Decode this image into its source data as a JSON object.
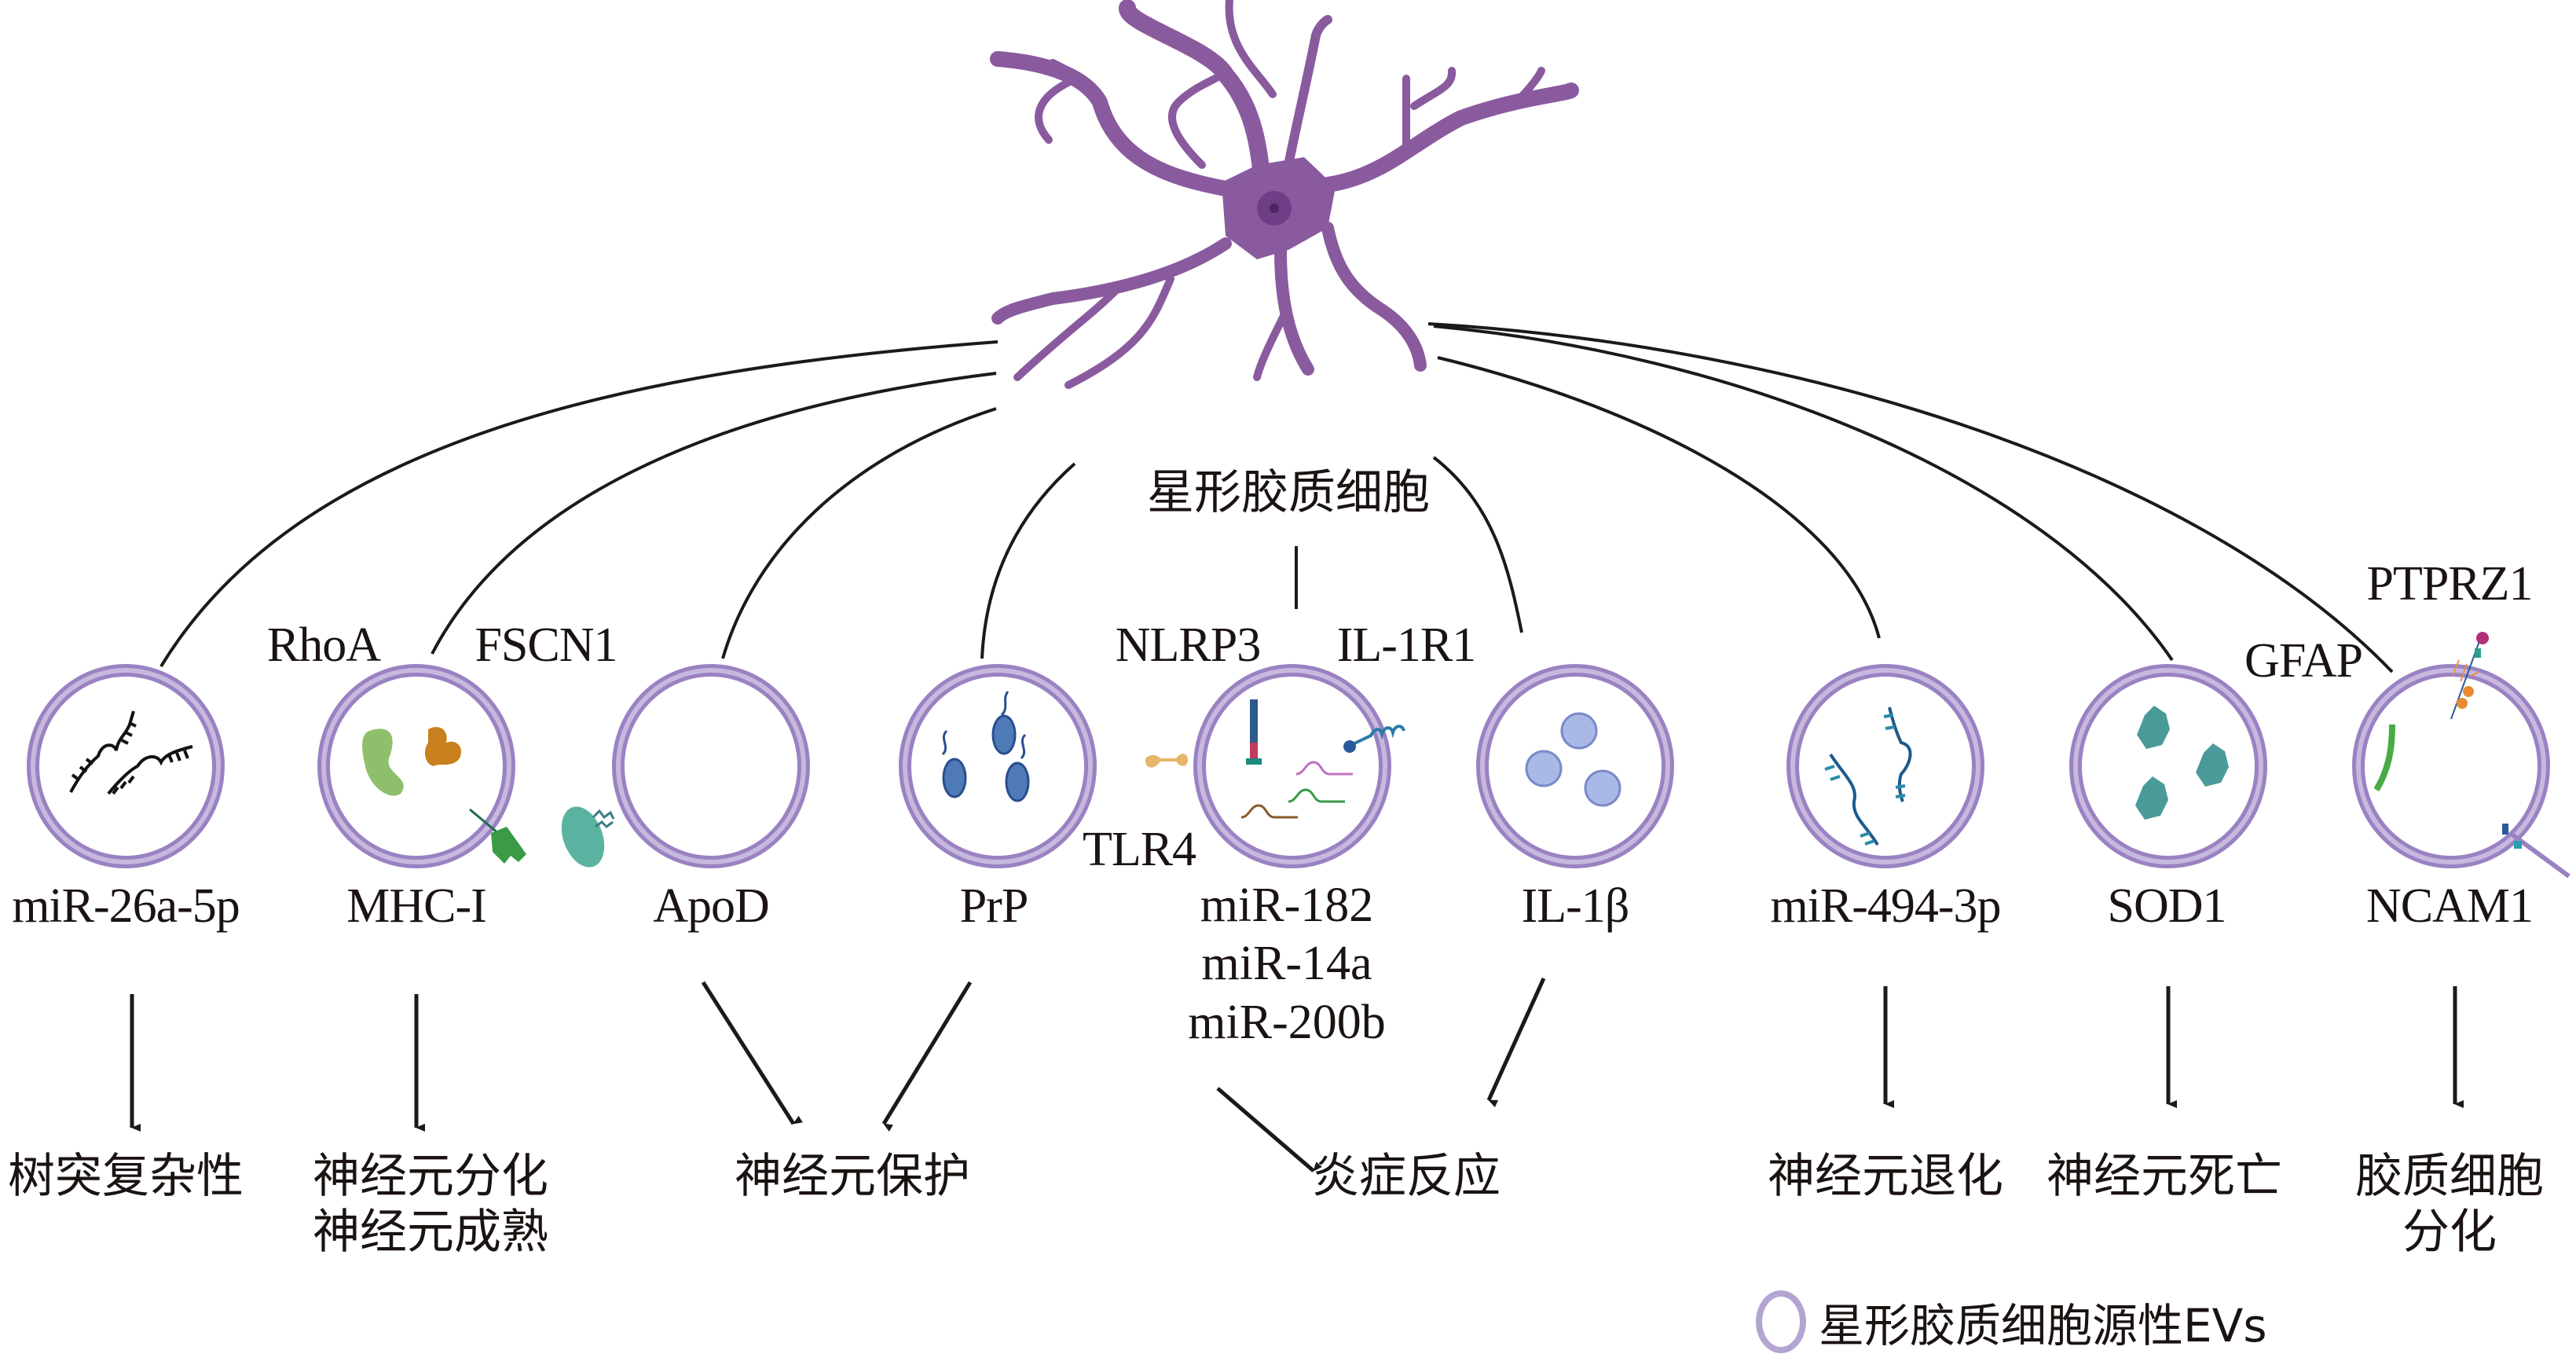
{
  "title": "星形胶质细胞",
  "colors": {
    "astrocyte": "#8a5a9e",
    "astrocyte_nucleus": "#6e3f86",
    "membrane": "#9a82c2",
    "membrane_light": "#c7b8de",
    "line": "#1a1a1a"
  },
  "vesicles": [
    {
      "id": "v1",
      "cargo_label": "miR-26a-5p",
      "extra_labels": [],
      "icon": "rna-hairpin-black-icon"
    },
    {
      "id": "v2",
      "cargo_label": "MHC-I",
      "extra_labels": [
        "RhoA",
        "FSCN1"
      ],
      "icon": "protein-green-orange-icon"
    },
    {
      "id": "v3",
      "cargo_label": "ApoD",
      "extra_labels": [],
      "icon": "apod-teal-icon"
    },
    {
      "id": "v4",
      "cargo_label": "PrP",
      "extra_labels": [],
      "icon": "prion-protein-icon"
    },
    {
      "id": "v5",
      "cargo_label": "miR-182",
      "cargo_label_2": "miR-14a",
      "cargo_label_3": "miR-200b",
      "extra_labels": [
        "NLRP3",
        "IL-1R1",
        "TLR4"
      ],
      "icon": "inflammasome-receptor-icon"
    },
    {
      "id": "v6",
      "cargo_label": "IL-1β",
      "extra_labels": [],
      "icon": "cytokine-spheres-icon"
    },
    {
      "id": "v7",
      "cargo_label": "miR-494-3p",
      "extra_labels": [],
      "icon": "rna-hairpin-blue-icon"
    },
    {
      "id": "v8",
      "cargo_label": "SOD1",
      "extra_labels": [],
      "icon": "sod1-enzyme-icon"
    },
    {
      "id": "v9",
      "cargo_label": "NCAM1",
      "extra_labels": [
        "GFAP",
        "PTPRZ1"
      ],
      "icon": "glial-markers-icon"
    }
  ],
  "outcomes": [
    {
      "id": "o1",
      "lines": [
        "树突复杂性"
      ]
    },
    {
      "id": "o2",
      "lines": [
        "神经元分化",
        "神经元成熟"
      ]
    },
    {
      "id": "o3",
      "lines": [
        "神经元保护"
      ]
    },
    {
      "id": "o4",
      "lines": [
        "炎症反应"
      ]
    },
    {
      "id": "o5",
      "lines": [
        "神经元退化"
      ]
    },
    {
      "id": "o6",
      "lines": [
        "神经元死亡"
      ]
    },
    {
      "id": "o7",
      "lines": [
        "胶质细胞",
        "分化"
      ]
    }
  ],
  "legend": {
    "label": "星形胶质细胞源性EVs",
    "icon": "vesicle-ring-icon"
  }
}
